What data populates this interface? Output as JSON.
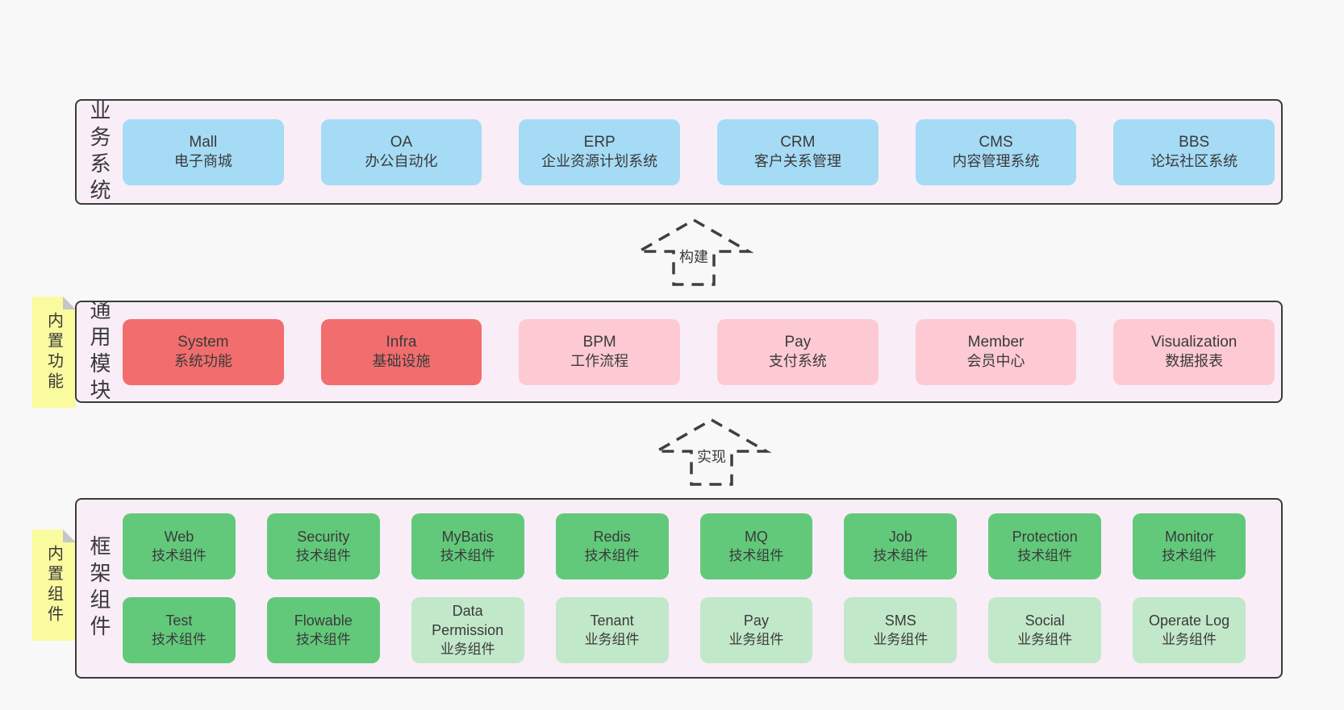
{
  "arrows": {
    "build": "构建",
    "implement": "实现"
  },
  "business": {
    "label": "业务系统",
    "boxes": [
      {
        "name": "Mall",
        "desc": "电子商城"
      },
      {
        "name": "OA",
        "desc": "办公自动化"
      },
      {
        "name": "ERP",
        "desc": "企业资源计划系统"
      },
      {
        "name": "CRM",
        "desc": "客户关系管理"
      },
      {
        "name": "CMS",
        "desc": "内容管理系统"
      },
      {
        "name": "BBS",
        "desc": "论坛社区系统"
      }
    ]
  },
  "modules": {
    "label": "通用模块",
    "note": "内置功能",
    "boxes": [
      {
        "name": "System",
        "desc": "系统功能",
        "variant": "red"
      },
      {
        "name": "Infra",
        "desc": "基础设施",
        "variant": "red"
      },
      {
        "name": "BPM",
        "desc": "工作流程",
        "variant": "pink"
      },
      {
        "name": "Pay",
        "desc": "支付系统",
        "variant": "pink"
      },
      {
        "name": "Member",
        "desc": "会员中心",
        "variant": "pink"
      },
      {
        "name": "Visualization",
        "desc": "数据报表",
        "variant": "pink"
      }
    ]
  },
  "framework": {
    "label": "框架组件",
    "note": "内置组件",
    "row1": [
      {
        "name": "Web",
        "desc": "技术组件",
        "variant": "green-dark"
      },
      {
        "name": "Security",
        "desc": "技术组件",
        "variant": "green-dark"
      },
      {
        "name": "MyBatis",
        "desc": "技术组件",
        "variant": "green-dark"
      },
      {
        "name": "Redis",
        "desc": "技术组件",
        "variant": "green-dark"
      },
      {
        "name": "MQ",
        "desc": "技术组件",
        "variant": "green-dark"
      },
      {
        "name": "Job",
        "desc": "技术组件",
        "variant": "green-dark"
      },
      {
        "name": "Protection",
        "desc": "技术组件",
        "variant": "green-dark"
      },
      {
        "name": "Monitor",
        "desc": "技术组件",
        "variant": "green-dark"
      }
    ],
    "row2": [
      {
        "name": "Test",
        "desc": "技术组件",
        "variant": "green-dark"
      },
      {
        "name": "Flowable",
        "desc": "技术组件",
        "variant": "green-dark"
      },
      {
        "name": "Data Permission",
        "desc": "业务组件",
        "variant": "green-light"
      },
      {
        "name": "Tenant",
        "desc": "业务组件",
        "variant": "green-light"
      },
      {
        "name": "Pay",
        "desc": "业务组件",
        "variant": "green-light"
      },
      {
        "name": "SMS",
        "desc": "业务组件",
        "variant": "green-light"
      },
      {
        "name": "Social",
        "desc": "业务组件",
        "variant": "green-light"
      },
      {
        "name": "Operate Log",
        "desc": "业务组件",
        "variant": "green-light"
      }
    ]
  },
  "colors": {
    "page_bg": "#f8f8f8",
    "container_bg": "#f9eef7",
    "container_border": "#3b3b3b",
    "blue": "#a6dbf5",
    "red": "#f26d6d",
    "pink": "#fdcad3",
    "green_dark": "#62c97b",
    "green_light": "#c2e8ca",
    "note_yellow": "#fafa9e",
    "note_fold_gray": "#c6c6c6",
    "text": "#3a3a3a"
  }
}
